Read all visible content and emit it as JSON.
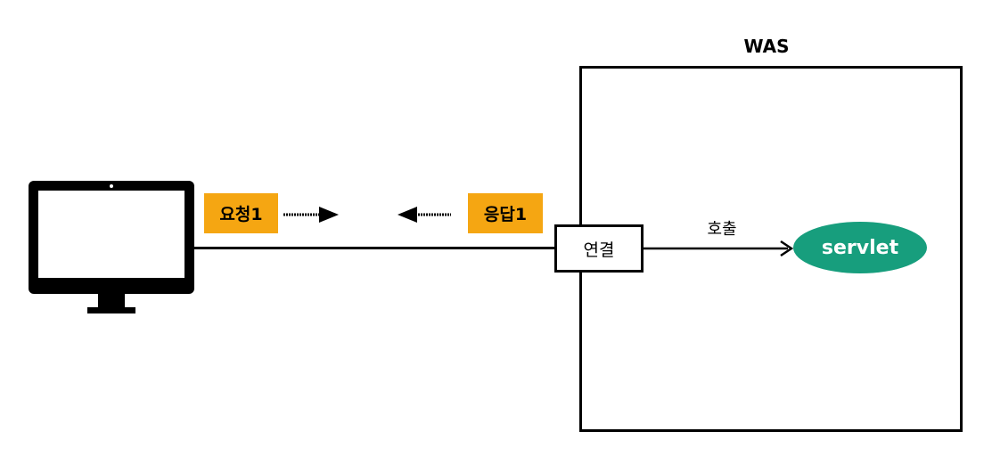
{
  "was": {
    "title": "WAS"
  },
  "flow": {
    "request_label": "요청1",
    "response_label": "응답1",
    "connection_label": "연결",
    "call_label": "호출",
    "servlet_label": "servlet"
  },
  "colors": {
    "label_bg": "#F5A612",
    "servlet_bg": "#179E7D",
    "stroke": "#000000"
  },
  "icons": {
    "client": "monitor-icon",
    "request_arrow": "arrow-right-icon",
    "response_arrow": "arrow-left-icon",
    "call_arrow": "arrow-right-icon"
  }
}
